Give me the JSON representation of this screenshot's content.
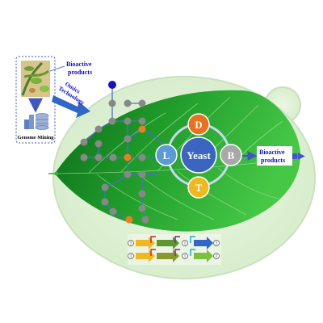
{
  "labels": {
    "bioactive_top": "Bioactive\nproducts",
    "omics": "Omics\nTechnology",
    "genome_mining": "Genome Mining",
    "bioactive_out": "Bioactive\nproducts"
  },
  "hub": {
    "center": "Yeast",
    "nodes": [
      {
        "letter": "D",
        "color": "#e8701e"
      },
      {
        "letter": "B",
        "color": "#a8a8a8"
      },
      {
        "letter": "T",
        "color": "#f0b81c"
      },
      {
        "letter": "L",
        "color": "#5b9bd5"
      }
    ],
    "center_color": "#3a66c2"
  },
  "cassette_tags": [
    "T",
    "T",
    "T",
    "T",
    "T",
    "T"
  ],
  "colors": {
    "leaf_dark": "#0b6a18",
    "leaf_light": "#3cc03c",
    "cell": "#dff0d4",
    "arrow": "#3f55c8"
  }
}
